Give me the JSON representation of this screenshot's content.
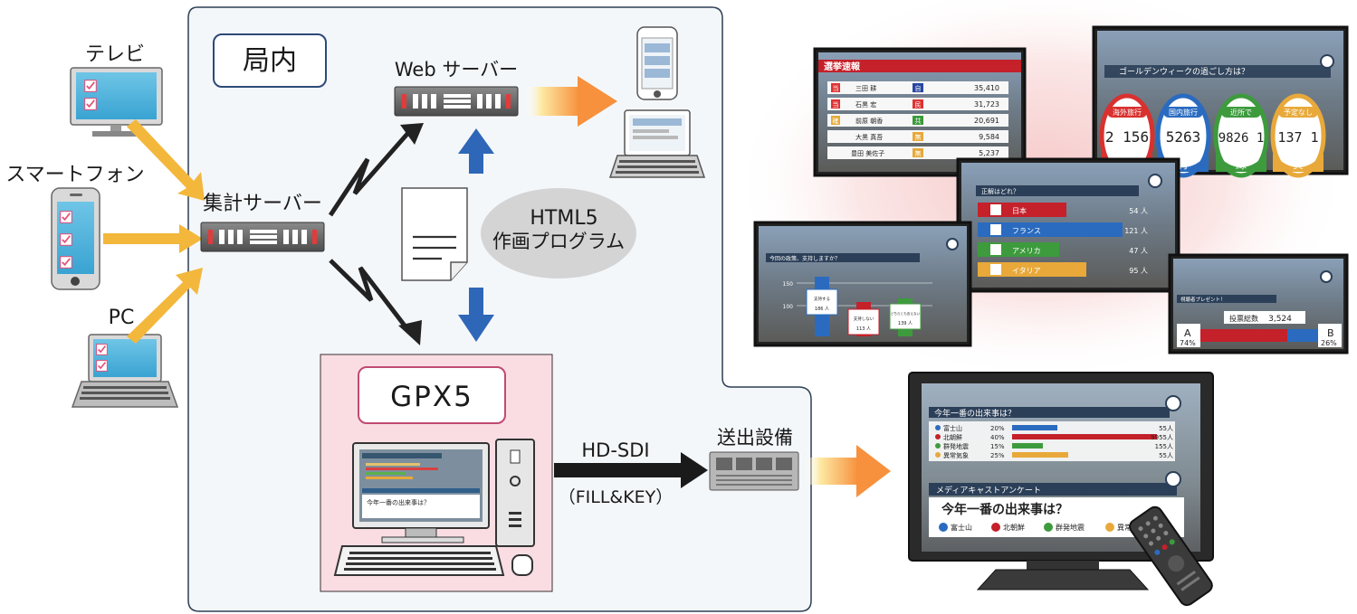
{
  "areas": {
    "kyokunai": "局内",
    "gpx5": "GPX5"
  },
  "devices": {
    "tv": "テレビ",
    "smartphone": "スマートフォン",
    "pc": "PC"
  },
  "servers": {
    "aggregation": "集計サーバー",
    "web": "Web サーバー",
    "transmission": "送出設備"
  },
  "program": {
    "line1": "HTML5",
    "line2": "作画プログラム"
  },
  "connection": {
    "signal": "HD-SDI",
    "mode": "（FILL&KEY）"
  },
  "screens": {
    "election": {
      "title": "選挙速報",
      "rows": [
        {
          "badge": "当",
          "name": "三田 耕",
          "party": "自",
          "votes": "35,410"
        },
        {
          "badge": "当",
          "name": "石黒 宏",
          "party": "民",
          "votes": "31,723"
        },
        {
          "badge": "確",
          "name": "前原 朝香",
          "party": "共",
          "votes": "20,691"
        },
        {
          "badge": "",
          "name": "大黒 真吾",
          "party": "無",
          "votes": "9,584"
        },
        {
          "badge": "",
          "name": "豊田 美佐子",
          "party": "無",
          "votes": "5,237"
        }
      ]
    },
    "golden_week": {
      "title": "ゴールデンウィークの過ごし方は？",
      "options": [
        {
          "label": "海外旅行",
          "value": "2 156",
          "tag": "赤"
        },
        {
          "label": "国内旅行",
          "value": "5263",
          "tag": "青"
        },
        {
          "label": "近所で",
          "value": "9826 1",
          "tag": "緑"
        },
        {
          "label": "予定なし",
          "value": "137 1",
          "tag": "黄"
        }
      ]
    },
    "seikai": {
      "title": "正解はどれ？",
      "options": [
        {
          "label": "日本",
          "value": "54 人"
        },
        {
          "label": "フランス",
          "value": "121 人"
        },
        {
          "label": "アメリカ",
          "value": "47 人"
        },
        {
          "label": "イタリア",
          "value": "95 人"
        }
      ]
    },
    "policy": {
      "title": "今回の政策、支持しますか？",
      "bars": [
        {
          "label": "支持する",
          "value": "186 人"
        },
        {
          "label": "支持しない",
          "value": "113 人"
        },
        {
          "label": "どちらとも言えない",
          "value": "139 人"
        }
      ],
      "ticks": [
        "150",
        "100"
      ]
    },
    "present": {
      "title": "視聴者プレゼント！",
      "total_label": "投票総数",
      "total": "3,524",
      "a_label": "A",
      "a_pct": "74%",
      "b_label": "B",
      "b_pct": "26%"
    },
    "main_tv": {
      "top_title": "今年一番の出来事は？",
      "rows": [
        {
          "label": "富士山",
          "pct": "20%",
          "count": "55人"
        },
        {
          "label": "北朝鮮",
          "pct": "40%",
          "count": "9955人"
        },
        {
          "label": "群発地震",
          "pct": "15%",
          "count": "155人"
        },
        {
          "label": "異常気象",
          "pct": "25%",
          "count": "55人"
        }
      ],
      "banner": "メディアキャストアンケート",
      "question": "今年一番の出来事は？",
      "choices": [
        "富士山",
        "北朝鮮",
        "群発地震",
        "異常気象"
      ]
    },
    "monitor": {
      "question": "今年一番の出来事は？"
    }
  },
  "colors": {
    "arrow_yellow": "#f3b73b",
    "arrow_blue": "#2f67b8",
    "arrow_orange": "#f7913d",
    "bubble": "#d4d4d4",
    "kyokunai_bg": "#f5f8fb",
    "gpx_bg": "#f9dde3",
    "gpx_border": "#c9587a",
    "kyokunai_border": "#2f4f7a"
  }
}
